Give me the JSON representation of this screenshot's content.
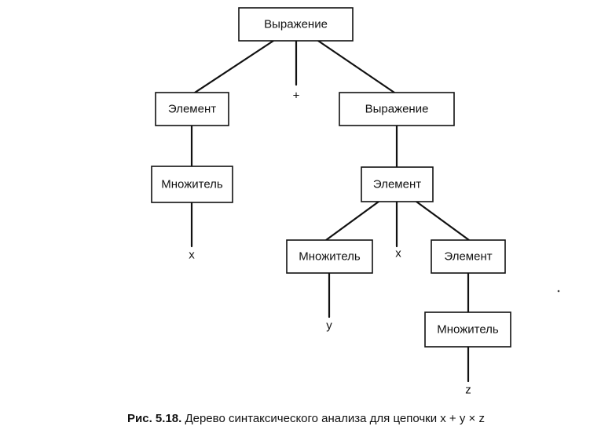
{
  "tree": {
    "root": "Выражение",
    "left_element": "Элемент",
    "left_factor": "Множитель",
    "left_leaf": "x",
    "plus": "+",
    "right_expression": "Выражение",
    "right_element": "Элемент",
    "right_factor": "Множитель",
    "right_factor_leaf": "y",
    "times": "x",
    "nested_element": "Элемент",
    "nested_factor": "Множитель",
    "nested_leaf": "z"
  },
  "caption": {
    "label": "Рис. 5.18.",
    "text": "Дерево синтаксического анализа для цепочки x + y × z"
  }
}
